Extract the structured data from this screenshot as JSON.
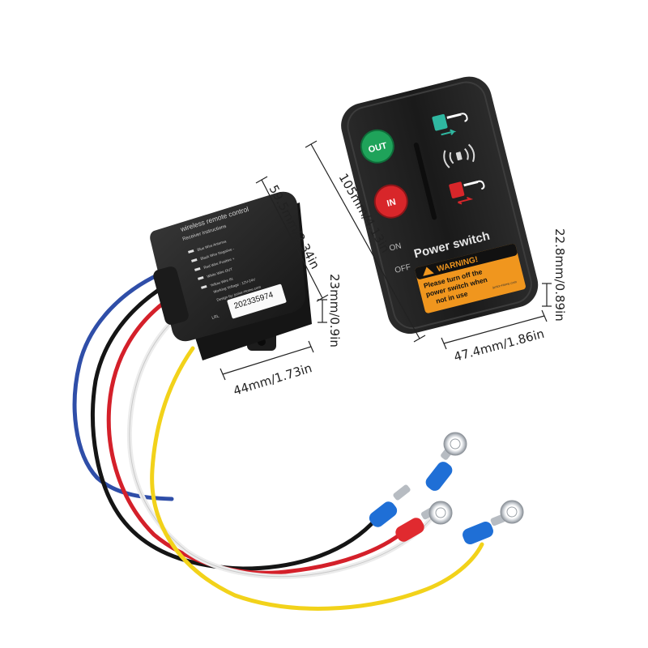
{
  "receiver": {
    "title_line1": "wireless remote control",
    "title_line2": "Receiver Instructions",
    "wires": [
      "Blue Wire Antenna",
      "Black Wire Negative -",
      "Red Wire Positive +",
      "White Wire OUT",
      "Yellow Wire IN"
    ],
    "voltage": "Working Voltage : 12V-24V",
    "design": "Design by: junior-Home.com",
    "serial": "202335974",
    "serial_prefix": "LRL"
  },
  "remote": {
    "out_label": "OUT",
    "in_label": "IN",
    "on_label": "ON",
    "off_label": "OFF",
    "power_switch": "Power switch",
    "warning_title": "WARNING!",
    "warning_line1": "Please turn off the",
    "warning_line2": "power switch when",
    "warning_line3": "not in use",
    "small_site": "junior-Home.com"
  },
  "dimensions": {
    "receiver_height": "59.5mm/2.34in",
    "receiver_depth": "23mm/0.9in",
    "receiver_width": "44mm/1.73in",
    "remote_height": "105mm/4.13in",
    "remote_depth": "22.8mm/0.89in",
    "remote_width": "47.4mm/1.86in"
  },
  "colors": {
    "wire_blue": "#2f4ea8",
    "wire_black": "#151515",
    "wire_red": "#d4202a",
    "wire_white": "#f2f2f2",
    "wire_yellow": "#f2d21a",
    "out_button": "#1fa35a",
    "in_button": "#d8262a",
    "warning_orange": "#f0961e",
    "terminal_blue": "#1f6fd6",
    "terminal_red": "#e02a2f"
  }
}
